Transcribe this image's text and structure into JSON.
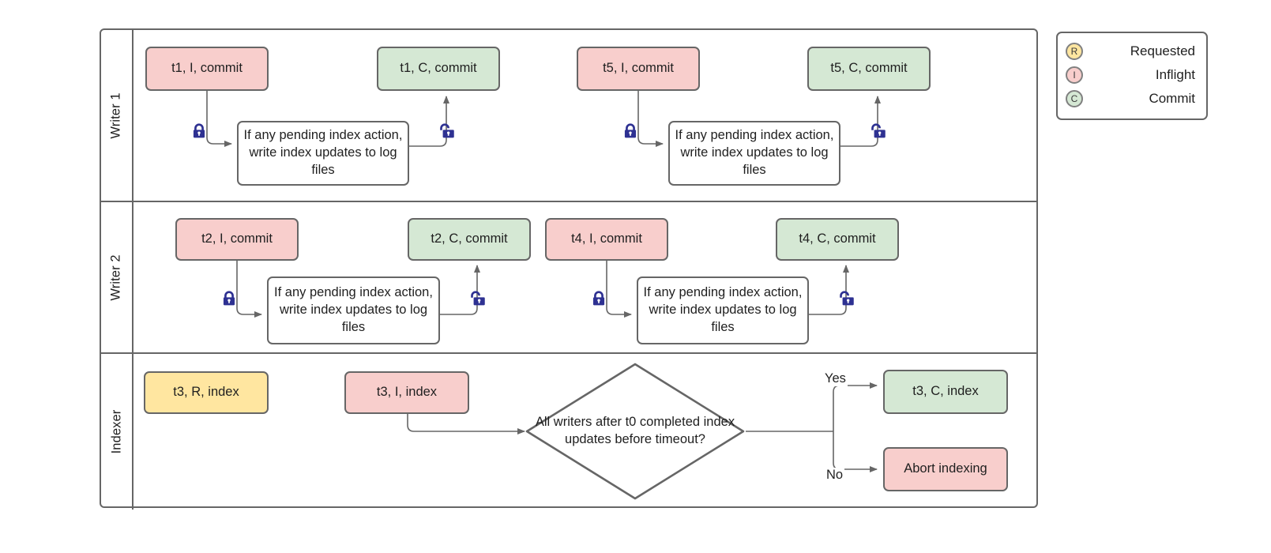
{
  "diagram": {
    "title": "Writer / Indexer concurrency swimlane",
    "colors": {
      "inflight": "#f8cecc",
      "commit": "#d5e8d4",
      "requested": "#ffe6a0",
      "stroke": "#666666",
      "lock": "#2e3192",
      "text": "#1f1f1f"
    }
  },
  "lanes": [
    {
      "label": "Writer 1"
    },
    {
      "label": "Writer 2"
    },
    {
      "label": "Indexer"
    }
  ],
  "writer1": {
    "start_left": "t1, I, commit",
    "process_left": "If any pending index action, write index updates to log files",
    "end_left": "t1, C, commit",
    "start_right": "t5, I, commit",
    "process_right": "If any pending index action, write index updates to log files",
    "end_right": "t5, C, commit"
  },
  "writer2": {
    "start_left": "t2, I, commit",
    "process_left": "If any pending index action, write index updates to log files",
    "end_left": "t2, C, commit",
    "start_right": "t4, I, commit",
    "process_right": "If any pending index action, write index updates to log files",
    "end_right": "t4, C, commit"
  },
  "indexer": {
    "requested": "t3, R, index",
    "inflight": "t3, I, index",
    "decision": "All writers after t0 completed index updates before timeout?",
    "yes_label": "Yes",
    "no_label": "No",
    "yes_target": "t3, C, index",
    "no_target": "Abort indexing"
  },
  "locks": {
    "closed_name": "lock-closed-icon",
    "open_name": "lock-open-icon"
  },
  "legend": {
    "items": [
      {
        "badge": "R",
        "label": "Requested"
      },
      {
        "badge": "I",
        "label": "Inflight"
      },
      {
        "badge": "C",
        "label": "Commit"
      }
    ]
  }
}
